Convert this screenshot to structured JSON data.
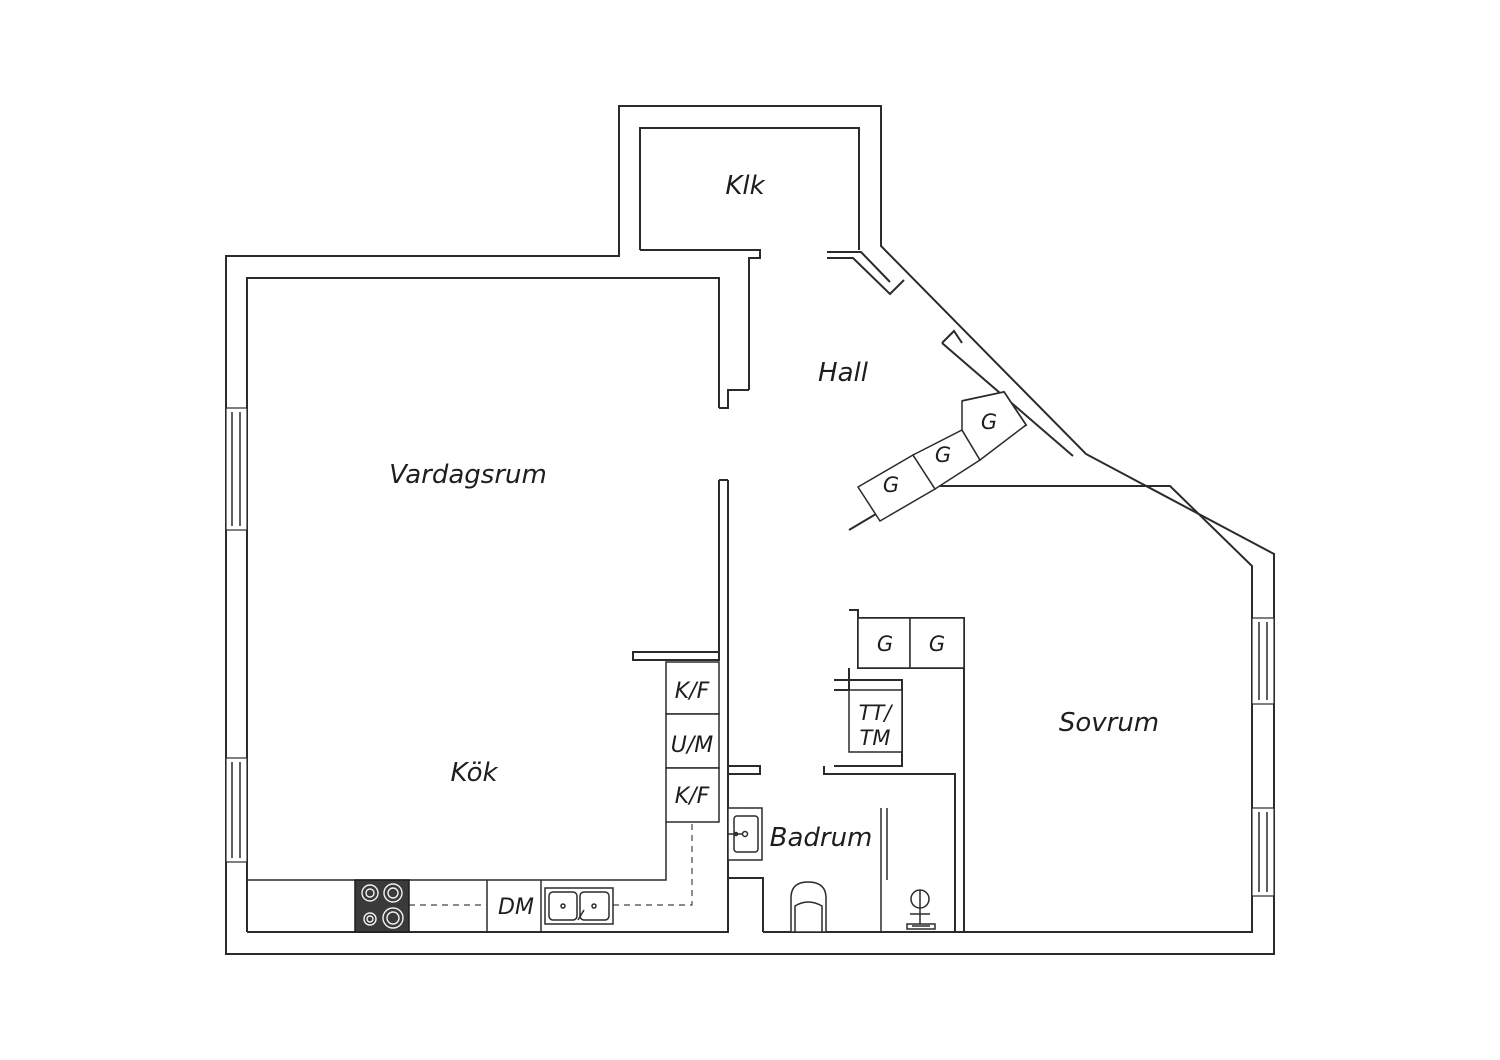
{
  "rooms": {
    "klk": "Klk",
    "hall": "Hall",
    "vardagsrum": "Vardagsrum",
    "kok": "Kök",
    "sovrum": "Sovrum",
    "badrum": "Badrum"
  },
  "fixtures": {
    "hall_wardrobe_1": "G",
    "hall_wardrobe_2": "G",
    "hall_wardrobe_3": "G",
    "bed_wardrobe_1": "G",
    "bed_wardrobe_2": "G",
    "fridge_freezer_1": "K/F",
    "oven_micro": "U/M",
    "fridge_freezer_2": "K/F",
    "dishwasher": "DM",
    "washer_dryer_line1": "TT/",
    "washer_dryer_line2": "TM"
  }
}
